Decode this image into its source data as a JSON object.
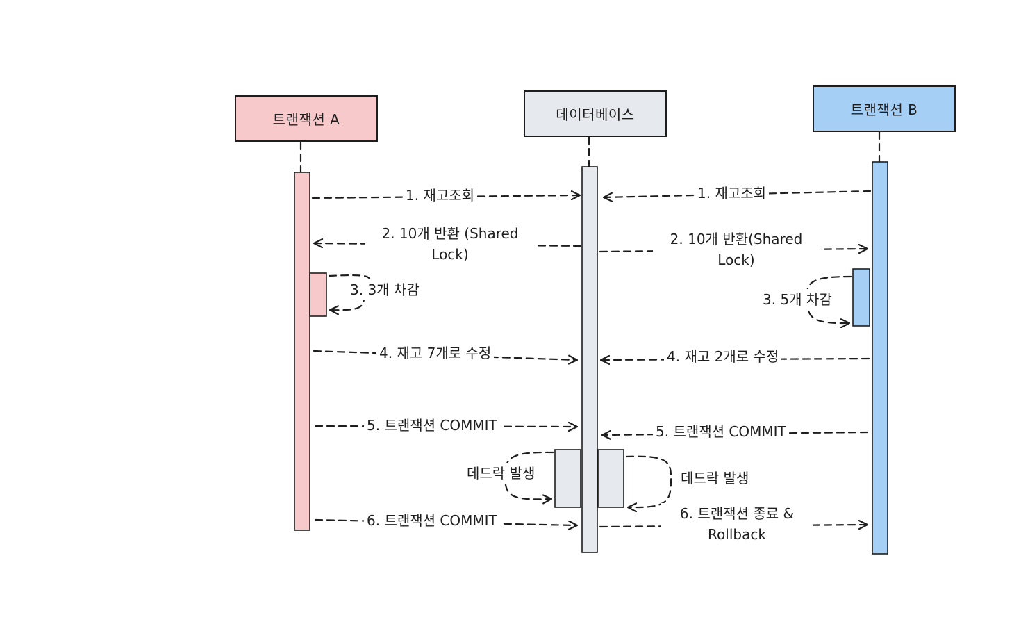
{
  "participants": {
    "a": {
      "label": "트랜잭션 A",
      "color": "#f8c9cb"
    },
    "db": {
      "label": "데이터베이스",
      "color": "#e6e9ed"
    },
    "b": {
      "label": "트랜잭션 B",
      "color": "#a6cff6"
    }
  },
  "messages": {
    "a1": "1. 재고조회",
    "b1": "1. 재고조회",
    "a2_line1": "2. 10개 반환 (Shared",
    "a2_line2": "Lock)",
    "b2_line1": "2. 10개 반환(Shared",
    "b2_line2": "Lock)",
    "a3": "3. 3개 차감",
    "b3": "3. 5개 차감",
    "a4": "4. 재고 7개로 수정",
    "b4": "4. 재고 2개로 수정",
    "a5": "5. 트랜잭션 COMMIT",
    "b5": "5. 트랜잭션 COMMIT",
    "deadlock_left": "데드락 발생",
    "deadlock_right": "데드락 발생",
    "a6": "6. 트랜잭션 COMMIT",
    "b6_line1": "6. 트랜잭션 종료 &",
    "b6_line2": "Rollback"
  }
}
